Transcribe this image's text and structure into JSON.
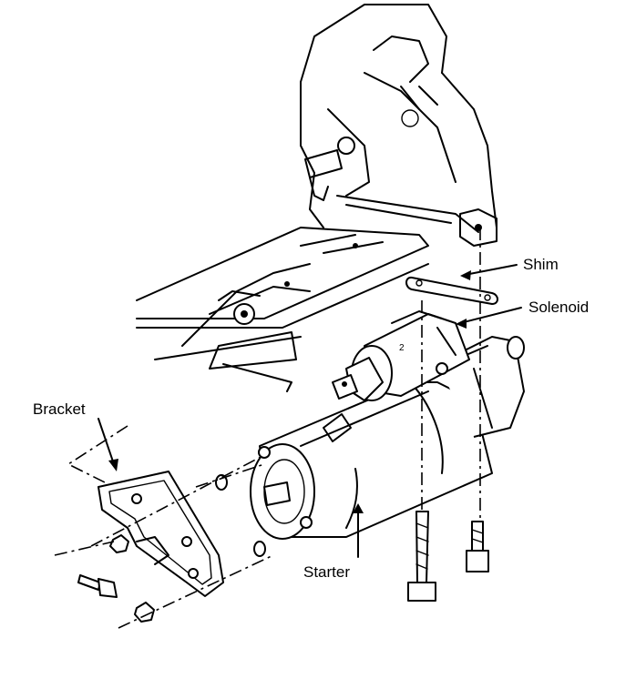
{
  "diagram": {
    "labels": {
      "shim": "Shim",
      "solenoid": "Solenoid",
      "bracket": "Bracket",
      "starter": "Starter"
    },
    "line_color": "#000000",
    "background": "#ffffff"
  }
}
